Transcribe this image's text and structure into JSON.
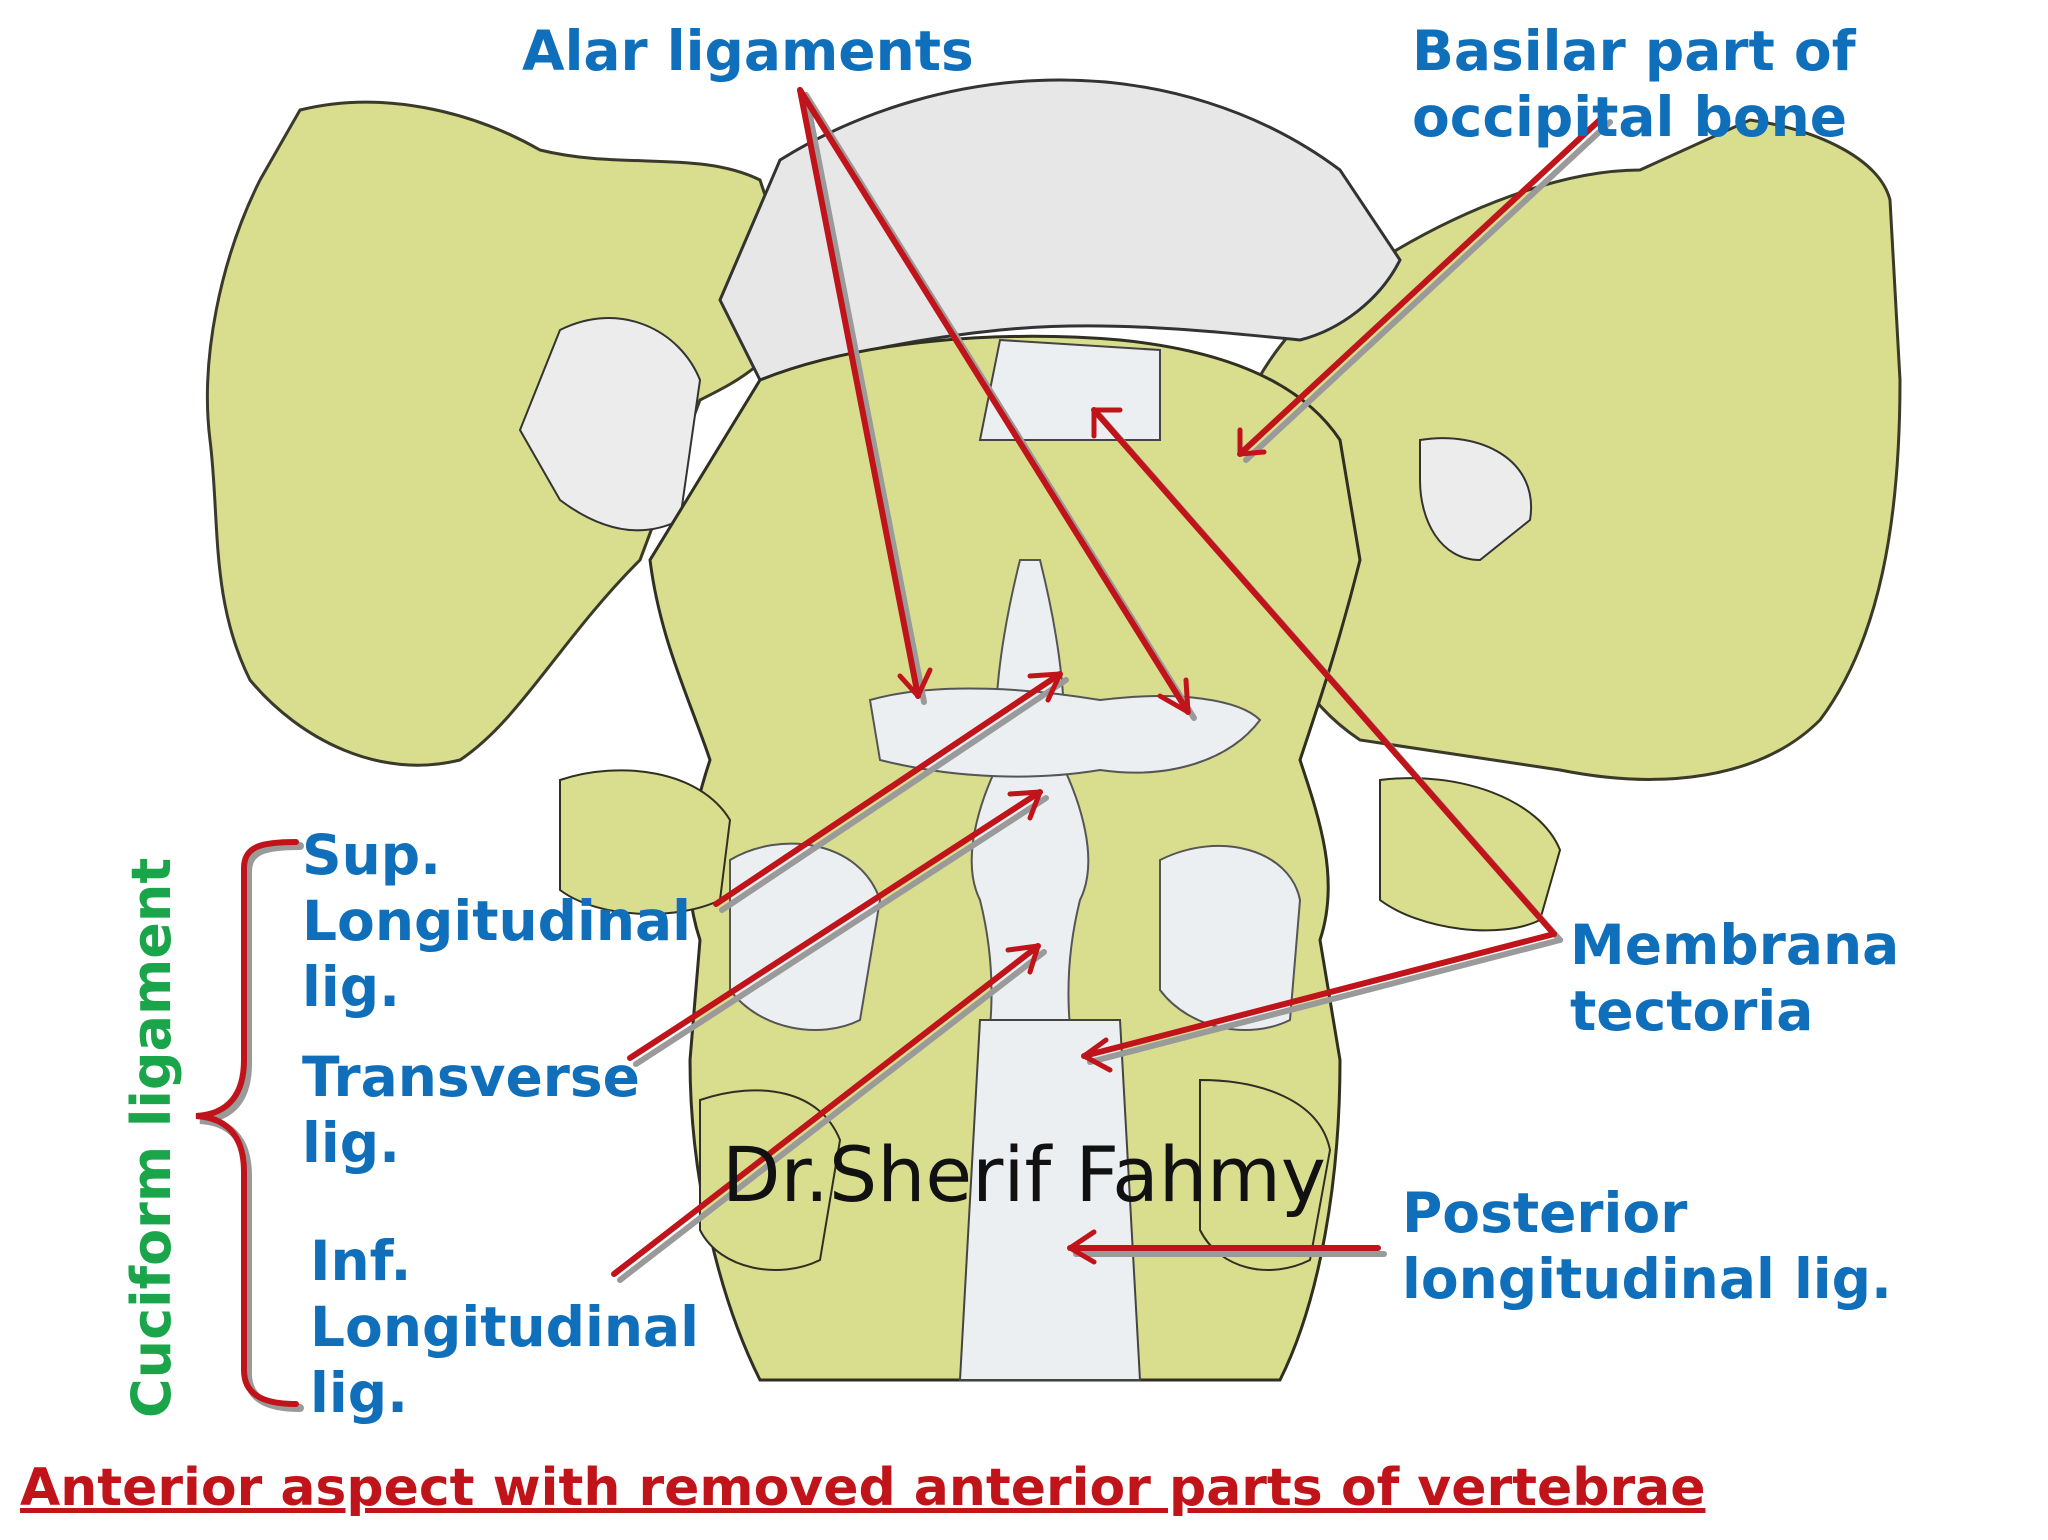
{
  "colors": {
    "label": "#0f6fba",
    "pointer": "#c0141a",
    "pointer_shadow": "#9a9a9a",
    "bone": "#d9dd8e",
    "ligament": "#eceff1",
    "caption": "#c0141a",
    "brace_label": "#1aa54a"
  },
  "labels": {
    "alar": [
      "Alar ligaments"
    ],
    "basilar": [
      "Basilar part of",
      "occipital bone"
    ],
    "membrana": [
      "Membrana",
      "tectoria"
    ],
    "posterior": [
      "Posterior",
      "longitudinal lig."
    ],
    "sup_long": [
      "Sup.",
      "Longitudinal",
      "lig."
    ],
    "transverse": [
      "Transverse",
      "lig."
    ],
    "inf_long": [
      "Inf.",
      "Longitudinal",
      "lig."
    ]
  },
  "brace_label": "Cuciform ligament",
  "watermark": "Dr.Sherif Fahmy",
  "caption": "Anterior aspect with removed anterior parts of vertebrae"
}
